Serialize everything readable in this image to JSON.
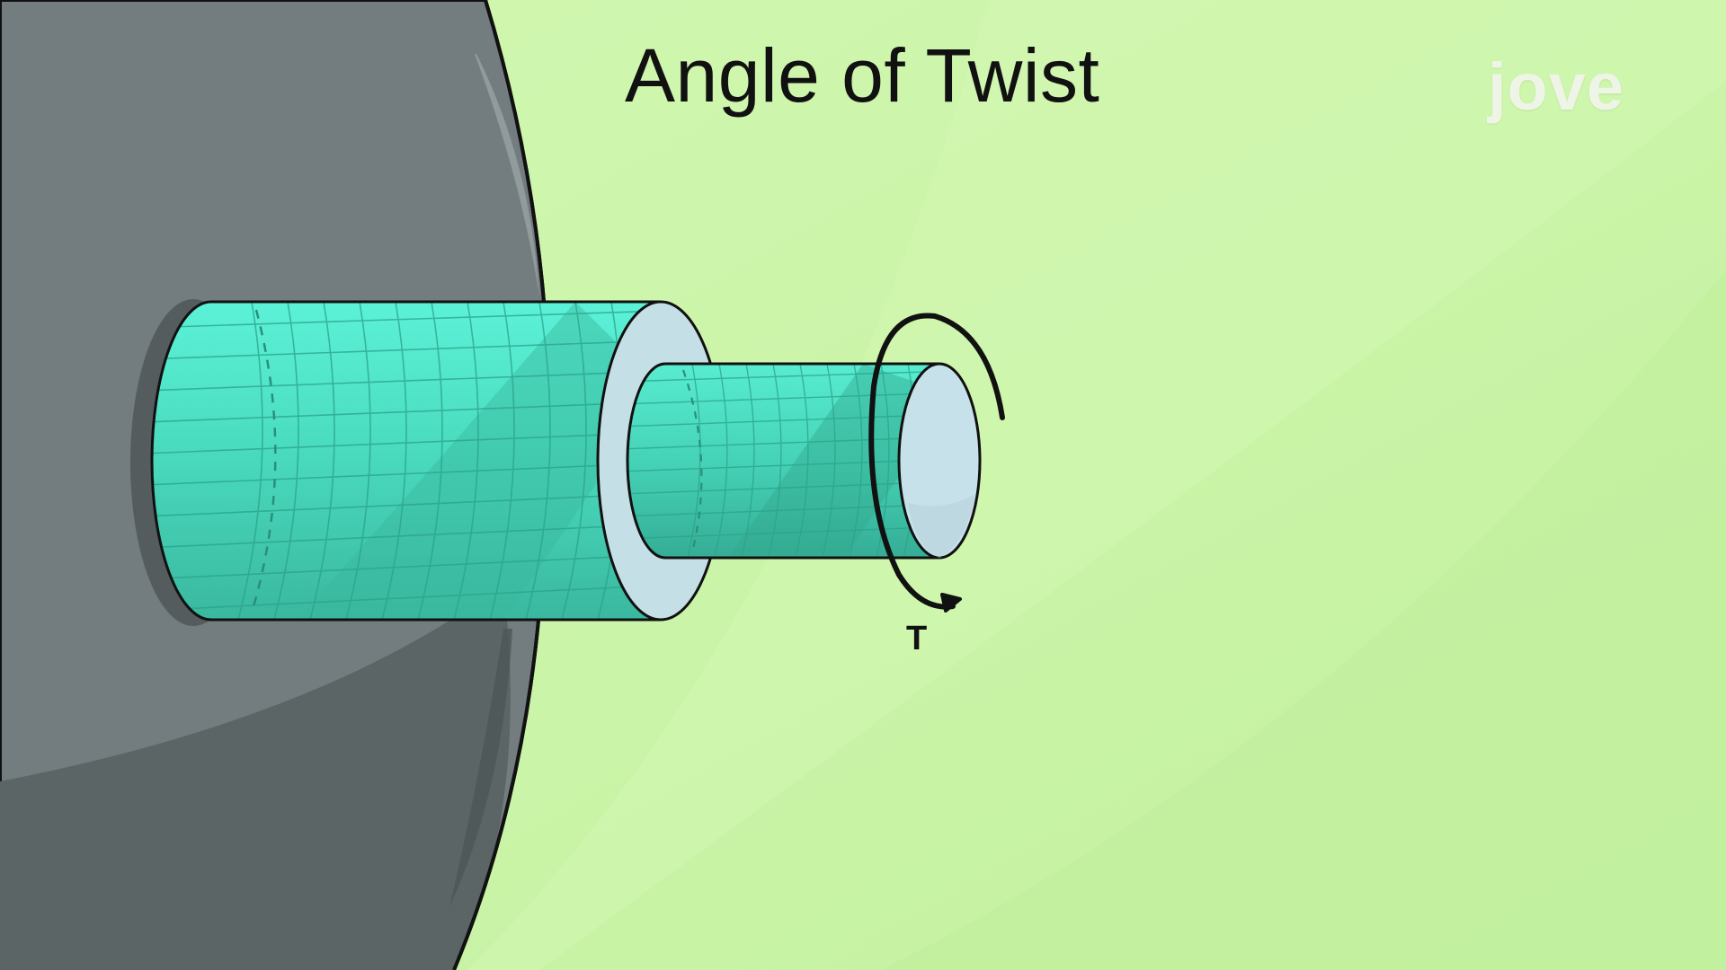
{
  "title": "Angle of Twist",
  "brand": {
    "logo_text": "jove"
  },
  "diagram": {
    "torque_label": "T"
  },
  "colors": {
    "background": "#c9f5a6",
    "wall": "#6e7779",
    "shaft": "#4fdcc1",
    "shaft_face": "#c5e0e8",
    "outline": "#111111"
  }
}
